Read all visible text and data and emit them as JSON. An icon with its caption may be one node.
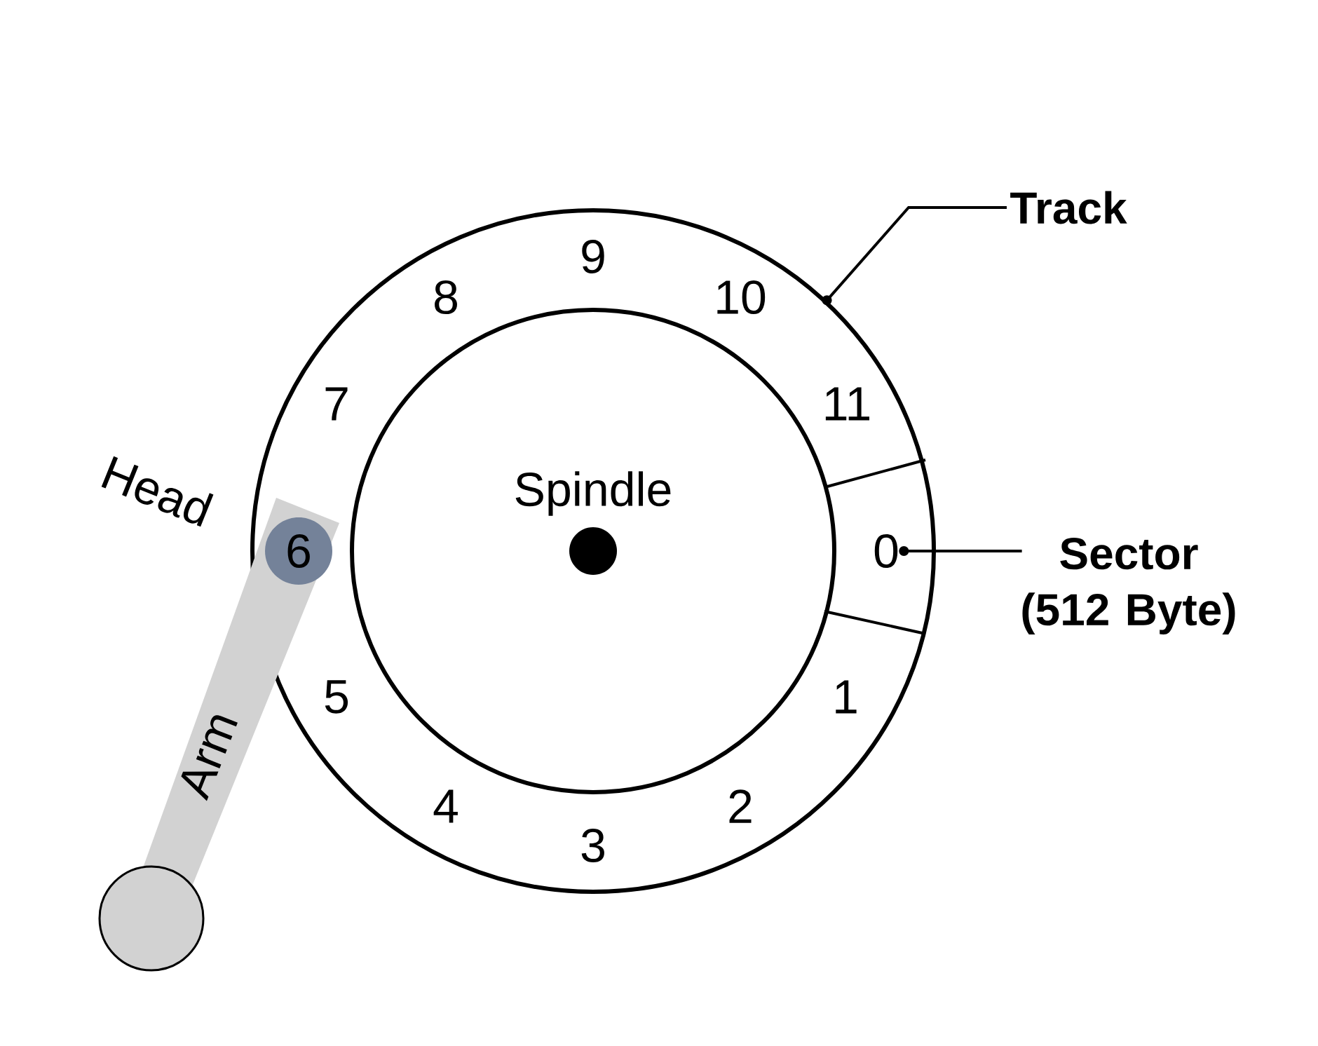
{
  "diagram": {
    "nodes": [
      {
        "text": [
          "Track"
        ]
      },
      {
        "text": [],
        "shape": "circle"
      },
      {
        "text": [
          "0"
        ],
        "in": 1
      },
      {
        "text": [
          "Sector (512 Byte)"
        ]
      },
      {
        "text": [
          "Arm"
        ]
      },
      {
        "text": [
          "6"
        ]
      }
    ],
    "edges": [
      {
        "from": 0,
        "to": 1,
        "arrow": "other"
      },
      {
        "from": 3,
        "to": 2,
        "arrow": "other"
      }
    ],
    "labels": [
      "9",
      "8",
      "10",
      "7",
      "11",
      "Head",
      "Spindle",
      "5",
      "1",
      "4",
      "2",
      "3"
    ]
  }
}
